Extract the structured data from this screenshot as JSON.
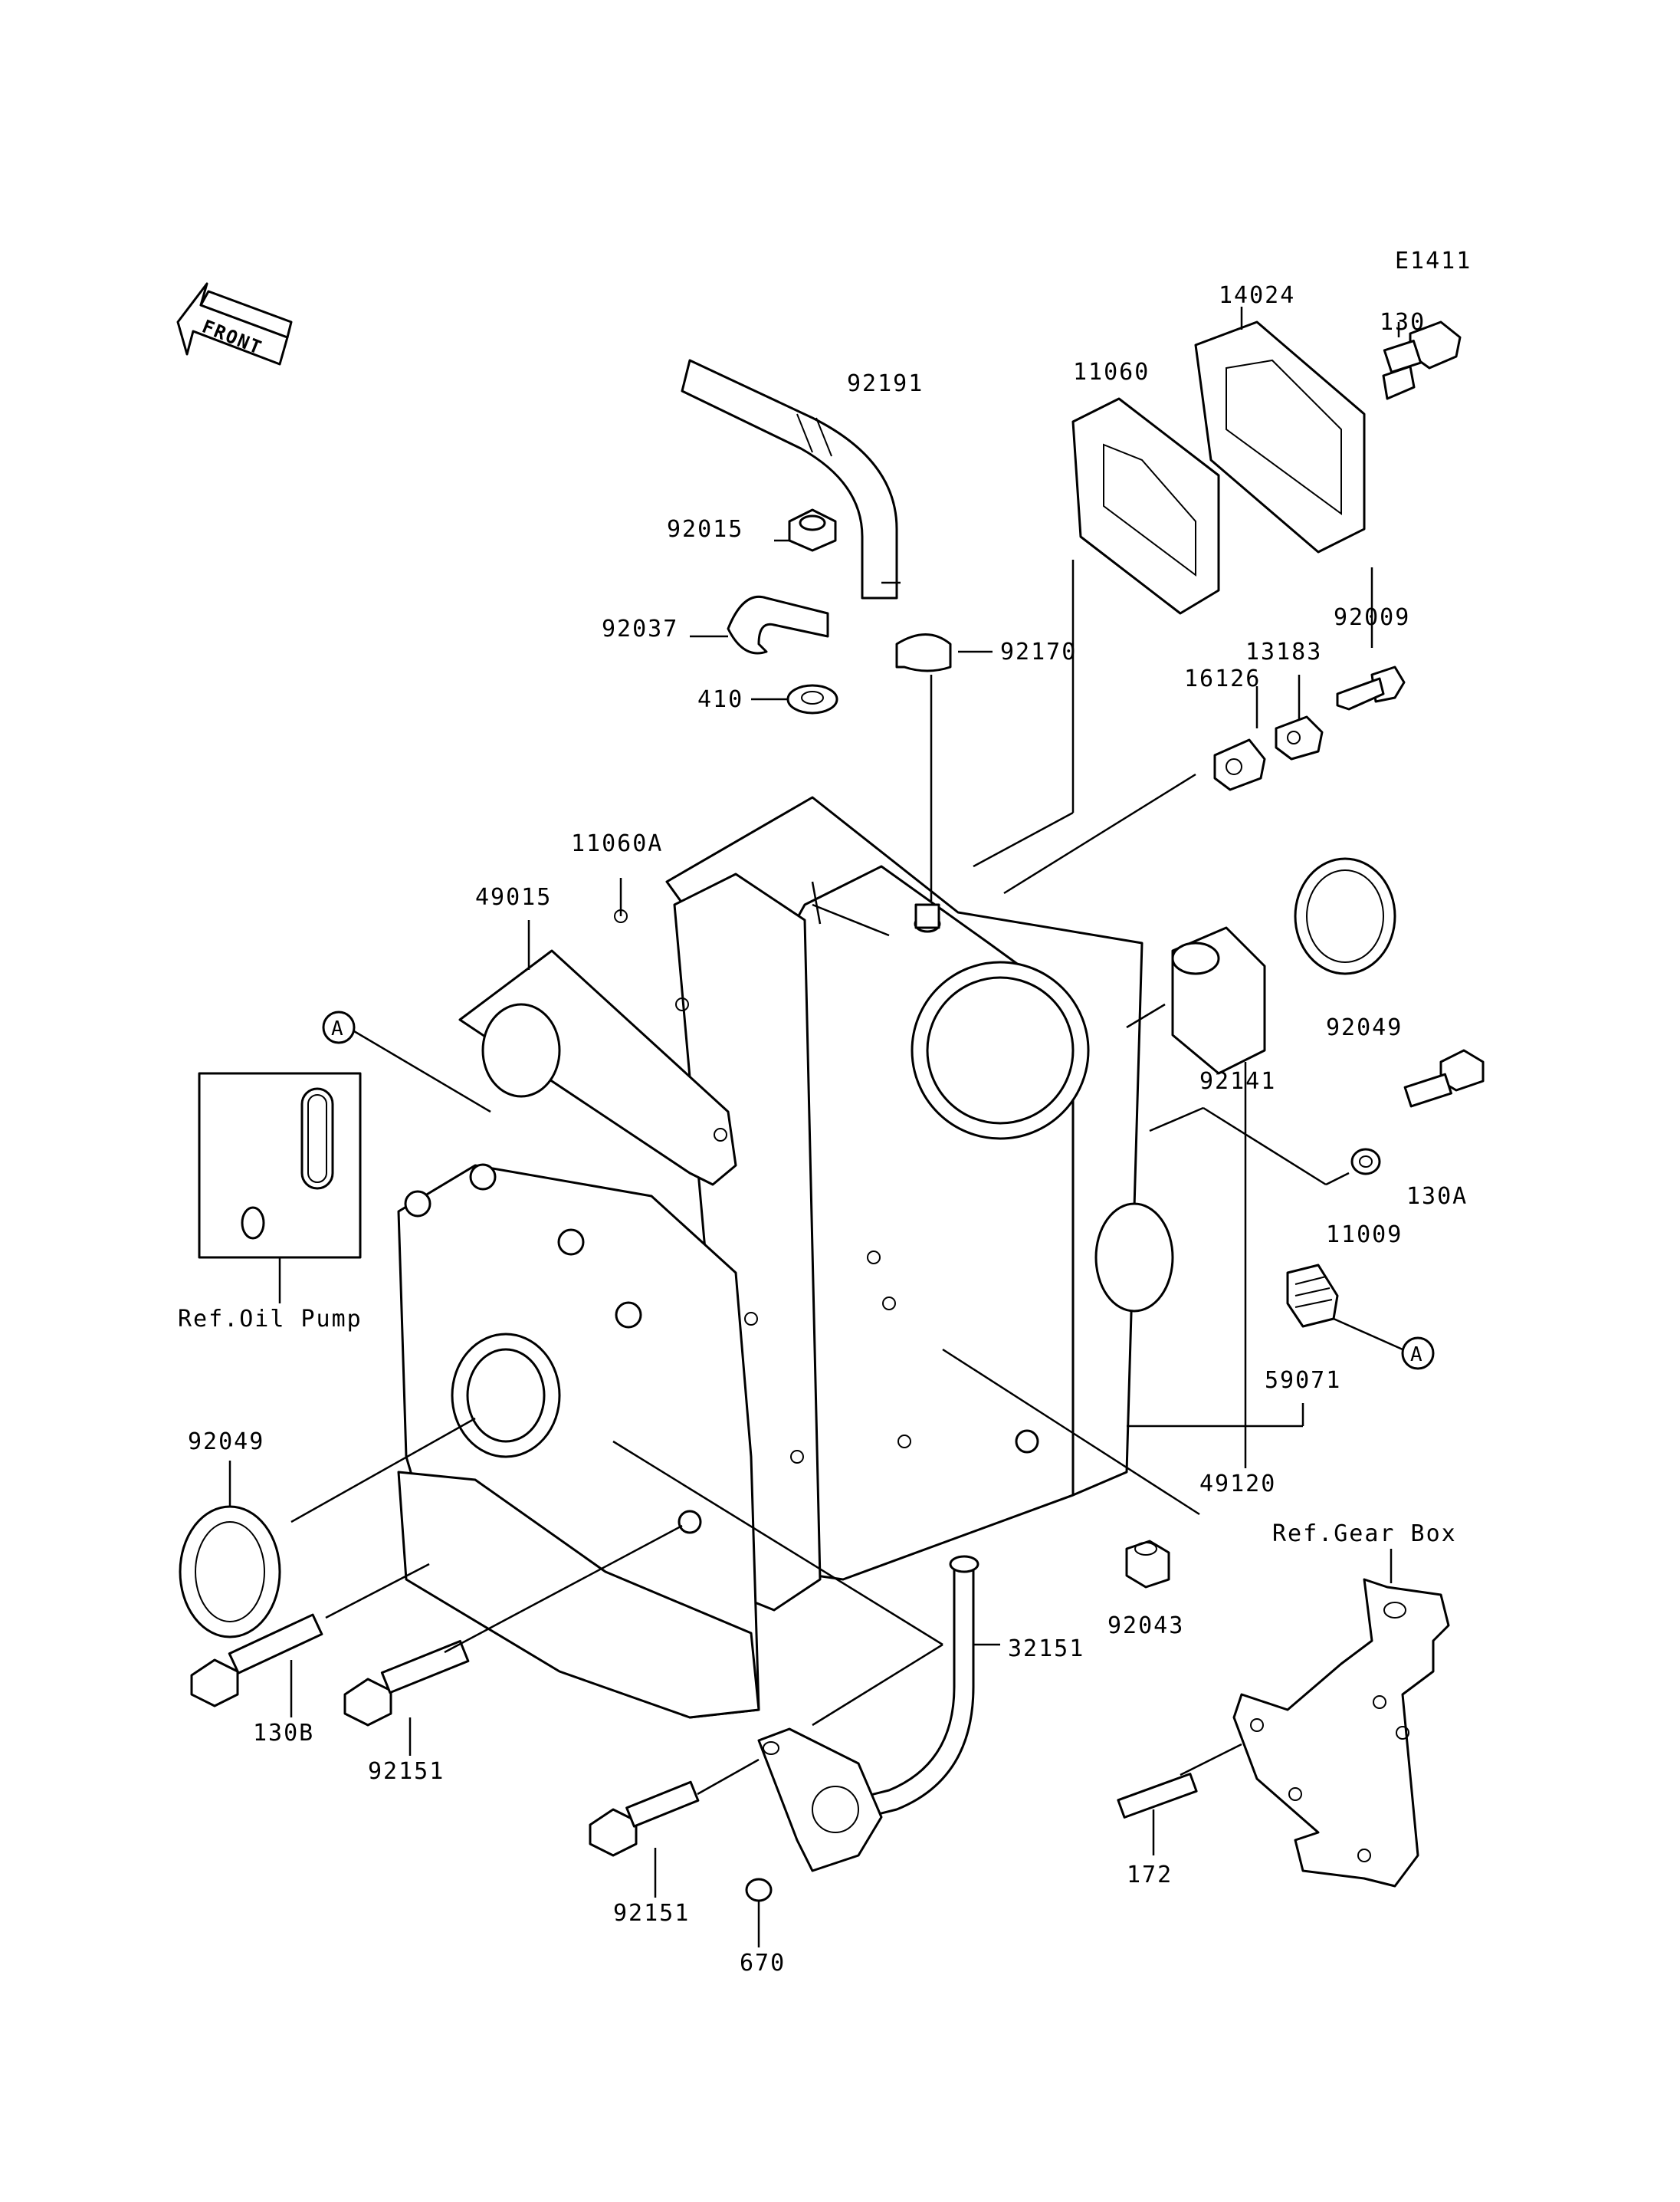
{
  "diagram": {
    "code": "E1411",
    "front_label": "FRONT",
    "refs": {
      "oil_pump": "Ref.Oil Pump",
      "gear_box": "Ref.Gear Box",
      "marker": "A"
    },
    "parts": [
      "14024",
      "130",
      "11060",
      "92191",
      "92015",
      "92037",
      "410",
      "92170",
      "92009",
      "13183",
      "16126",
      "11060A",
      "49015",
      "92049",
      "92141",
      "130A",
      "11009",
      "59071",
      "49120",
      "92049",
      "92043",
      "32151",
      "130B",
      "92151",
      "92151",
      "670",
      "172"
    ]
  }
}
